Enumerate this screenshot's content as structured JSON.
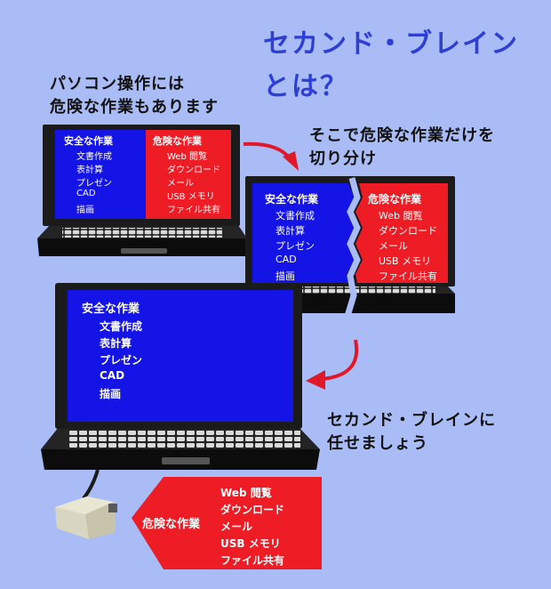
{
  "title": {
    "line1": "セカンド・ブレイン",
    "line2": "とは？"
  },
  "captions": {
    "pc_risk_line1": "パソコン操作には",
    "pc_risk_line2": "危険な作業もあります",
    "split_line1": "そこで危険な作業だけを",
    "split_line2": "切り分け",
    "delegate_line1": "セカンド・ブレインに",
    "delegate_line2": "任せましょう"
  },
  "safe_tasks": {
    "heading": "安全な作業",
    "items": [
      "文書作成",
      "表計算",
      "プレゼン",
      "CAD",
      "描画"
    ]
  },
  "risky_tasks": {
    "heading": "危険な作業",
    "items": [
      "Web 閲覧",
      "ダウンロード",
      "メール",
      "USB メモリ",
      "ファイル共有"
    ]
  },
  "colors": {
    "safe": "#1414e6",
    "risky": "#ee1c25",
    "title": "#2f3fd6",
    "background": "#a9bcf6",
    "arrow": "#e0192a"
  }
}
